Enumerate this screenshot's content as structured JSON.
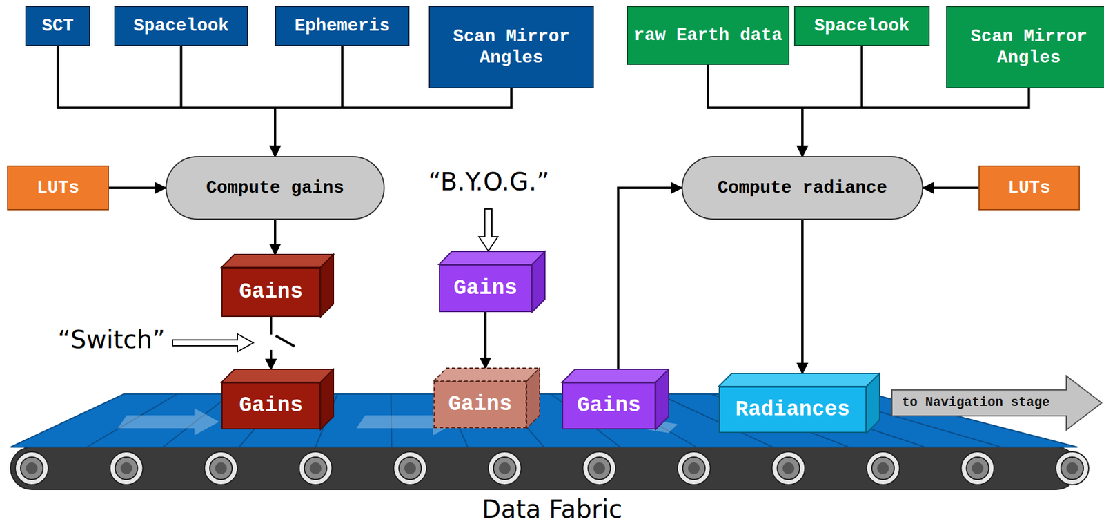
{
  "diagram": {
    "nodes": [
      {
        "text": [
          "SCT"
        ]
      },
      {
        "text": [
          "Spacelook"
        ]
      },
      {
        "text": [
          "Ephemeris"
        ]
      },
      {
        "text": [
          "Scan Mirror Angles"
        ]
      },
      {
        "text": [
          "raw Earth data"
        ]
      },
      {
        "text": [
          "Spacelook"
        ]
      },
      {
        "text": [
          "Scan Mirror Angles"
        ]
      },
      {
        "text": [
          "LUTs"
        ]
      },
      {
        "text": [
          "Compute gains"
        ]
      },
      {
        "text": [
          "Compute radiance"
        ]
      },
      {
        "text": [
          "LUTs"
        ]
      },
      {
        "text": [
          "Gains"
        ]
      },
      {
        "text": [
          "Gains"
        ]
      },
      {
        "text": [
          "Gains"
        ]
      },
      {
        "text": [
          "Gains"
        ]
      },
      {
        "text": [
          "Gains"
        ]
      },
      {
        "text": [
          "Radiances"
        ]
      },
      {
        "text": [
          "to Navigation stage"
        ]
      }
    ],
    "edges": [
      {
        "from": 0,
        "to": 8,
        "arrow": "to"
      },
      {
        "from": 1,
        "to": 8,
        "arrow": "to"
      },
      {
        "from": 2,
        "to": 8,
        "arrow": "to"
      },
      {
        "from": 3,
        "to": 8,
        "arrow": "to"
      },
      {
        "from": 4,
        "to": 9,
        "arrow": "to"
      },
      {
        "from": 5,
        "to": 9,
        "arrow": "to"
      },
      {
        "from": 6,
        "to": 9,
        "arrow": "to"
      },
      {
        "from": 7,
        "to": 8,
        "arrow": "to"
      },
      {
        "from": 10,
        "to": 9,
        "arrow": "to"
      },
      {
        "from": 8,
        "to": 11,
        "arrow": "to"
      },
      {
        "from": 11,
        "to": 13,
        "arrow": "to"
      },
      {
        "from": 12,
        "to": 14,
        "arrow": "to"
      },
      {
        "from": 15,
        "to": 9,
        "arrow": "to"
      },
      {
        "from": 9,
        "to": 16,
        "arrow": "to"
      }
    ],
    "labels": [
      "“B.Y.O.G.”",
      "“Switch”",
      "Data Fabric"
    ]
  }
}
